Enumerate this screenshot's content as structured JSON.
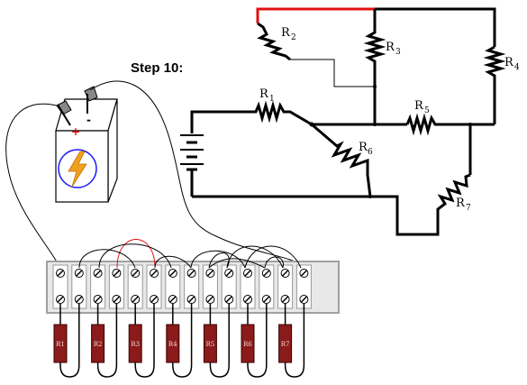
{
  "step_label": "Step 10:",
  "battery": {
    "positive_sign": "+",
    "negative_sign": "-"
  },
  "schematic": {
    "resistors": [
      {
        "id": "R1",
        "letter": "R",
        "sub": "1"
      },
      {
        "id": "R2",
        "letter": "R",
        "sub": "2"
      },
      {
        "id": "R3",
        "letter": "R",
        "sub": "3"
      },
      {
        "id": "R4",
        "letter": "R",
        "sub": "4"
      },
      {
        "id": "R5",
        "letter": "R",
        "sub": "5"
      },
      {
        "id": "R6",
        "letter": "R",
        "sub": "6"
      },
      {
        "id": "R7",
        "letter": "R",
        "sub": "7"
      }
    ]
  },
  "terminal_strip": {
    "resistor_labels": [
      "R1",
      "R2",
      "R3",
      "R4",
      "R5",
      "R6",
      "R7"
    ]
  },
  "colors": {
    "wire": "#000000",
    "highlight_wire": "#e01010",
    "resistor_body": "#8b1a1a",
    "strip": "#a0a0a0",
    "lightning": "#f0a020",
    "ring": "#1a1aff"
  }
}
